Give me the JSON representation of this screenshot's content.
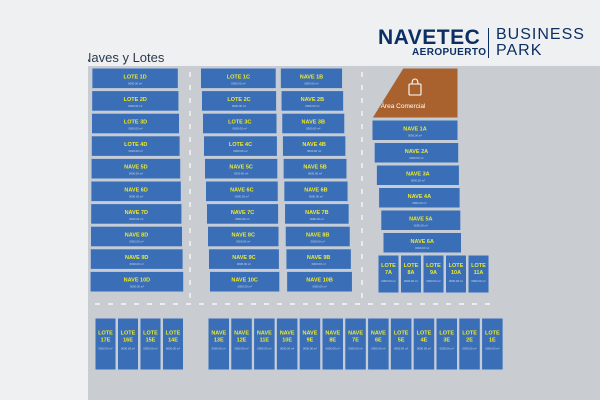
{
  "map": {
    "title": "Naves y Lotes",
    "brand": {
      "name": "NAVETEC",
      "sub": "AEROPUERTO",
      "line1": "BUSINESS",
      "line2": "PARK"
    },
    "colors": {
      "lot": "#3a6fb7",
      "lot_dark": "#2d5c9c",
      "lot_border": "#c3ccd8",
      "road": "#c9ccd1",
      "commercial": "#a9622e",
      "label": "#f0e92a",
      "brand": "#0c2f63"
    },
    "commercial_area": {
      "label": "Área Comercial",
      "icon": "shopping-bag-icon"
    },
    "area_text": "0000.00 m²",
    "columns": {
      "left": [
        "LOTE 1D",
        "LOTE 2D",
        "LOTE 3D",
        "LOTE 4D",
        "NAVE 5D",
        "NAVE 6D",
        "NAVE 7D",
        "NAVE 8D",
        "NAVE 9D",
        "NAVE 10D"
      ],
      "center_left": [
        "LOTE 1C",
        "LOTE 2C",
        "LOTE 3C",
        "LOTE 4C",
        "NAVE 5C",
        "NAVE 6C",
        "NAVE 7C",
        "NAVE 8C",
        "NAVE 9C",
        "NAVE 10C"
      ],
      "center_right": [
        "NAVE 1B",
        "NAVE 2B",
        "NAVE 3B",
        "NAVE 4B",
        "NAVE 5B",
        "NAVE 6B",
        "NAVE 7B",
        "NAVE 8B",
        "NAVE 9B",
        "NAVE 10B"
      ],
      "right": [
        "NAVE 1A",
        "NAVE 2A",
        "NAVE 3A",
        "NAVE 4A",
        "NAVE 5A",
        "NAVE 6A"
      ]
    },
    "small_right": [
      "LOTE 7A",
      "LOTE 8A",
      "LOTE 9A",
      "LOTE 10A",
      "LOTE 11A"
    ],
    "bottom_row_left": [
      "LOTE 17E",
      "LOTE 16E",
      "LOTE 15E",
      "LOTE 14E"
    ],
    "bottom_row_right": [
      "NAVE 13E",
      "NAVE 12E",
      "NAVE 11E",
      "NAVE 10E",
      "NAVE 9E",
      "NAVE 8E",
      "NAVE 7E",
      "NAVE 6E",
      "LOTE 5E",
      "LOTE 4E",
      "LOTE 3E",
      "LOTE 2E",
      "LOTE 1E"
    ]
  }
}
